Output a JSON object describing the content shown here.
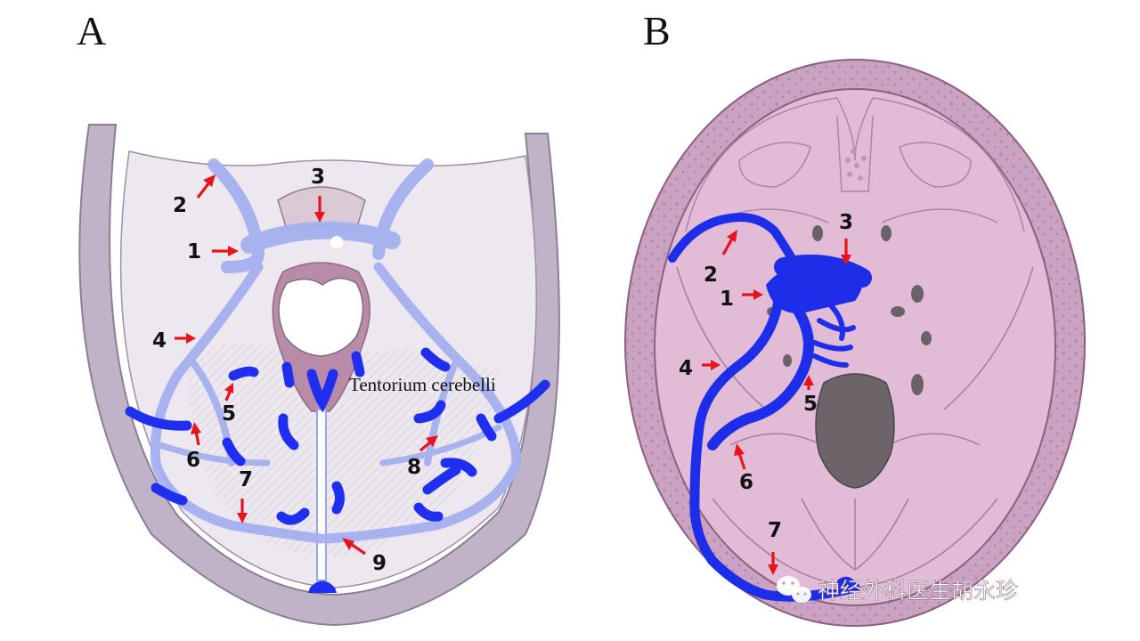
{
  "panels": {
    "a": {
      "letter": "A",
      "caption": "Tentorium cerebelli",
      "labels": [
        "1",
        "2",
        "3",
        "4",
        "5",
        "6",
        "7",
        "8",
        "9"
      ]
    },
    "b": {
      "letter": "B",
      "labels": [
        "1",
        "2",
        "3",
        "4",
        "5",
        "6",
        "7"
      ]
    }
  },
  "watermark": {
    "text": "神经外科医生胡永珍",
    "icon": "wechat-icon"
  },
  "colors": {
    "vein_blue": "#1c2ee6",
    "vein_light": "#a9b4f0",
    "arrow_red": "#e8141c",
    "skull_purple": "#c7a8bf",
    "brain_pink": "#e4bcd8",
    "tentorium": "#ece6ee"
  }
}
